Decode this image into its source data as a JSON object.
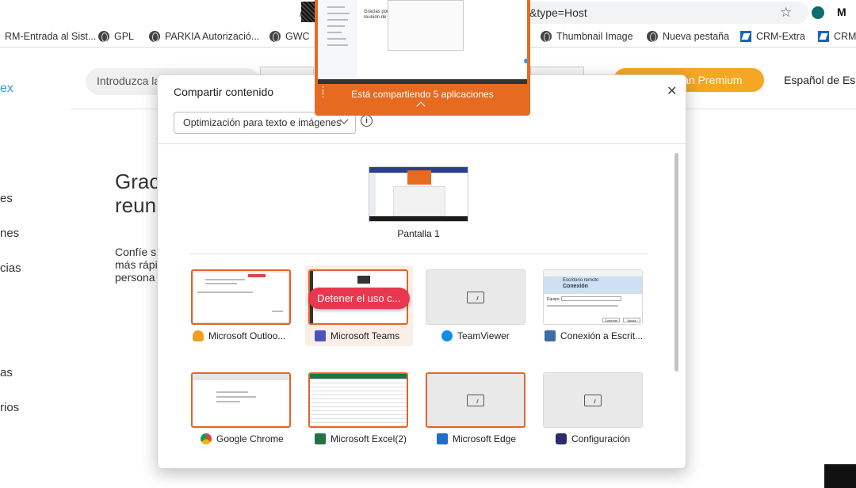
{
  "browser": {
    "url_fragment": "&type=Host",
    "url_prefix": "/d",
    "bookmarks": [
      {
        "label": "RM-Entrada al Sist...",
        "icon": "crm-icon"
      },
      {
        "label": "GPL",
        "icon": "globe-icon"
      },
      {
        "label": "PARKIA Autorizació...",
        "icon": "globe-icon"
      },
      {
        "label": "GWC",
        "icon": "globe-icon"
      },
      {
        "label": "Thumbnail Image",
        "icon": "globe-icon"
      },
      {
        "label": "Nueva pestaña",
        "icon": "globe-icon"
      },
      {
        "label": "CRM-Extra",
        "icon": "crm-icon"
      },
      {
        "label": "CRM-",
        "icon": "crm-icon"
      }
    ]
  },
  "page": {
    "search_placeholder": "Introduzca la",
    "logo_fragment": "ex",
    "premium_label": "lan Premium",
    "language": "Español de Es",
    "title_line1": "Gracias por l",
    "title_line2": "reunión de C",
    "para_line1": "Confíe s",
    "para_line2": "más rápi",
    "para_line3": "persona",
    "side_items": [
      "es",
      "nes",
      "cias",
      "as",
      "rios"
    ]
  },
  "share_bar": {
    "status": "Está compartiendo 5 aplicaciones",
    "preview_title": "Gracias por l",
    "preview_subtitle": "reunión de C"
  },
  "dialog": {
    "title": "Compartir contenido",
    "optimization_value": "Optimización para texto e imágenes",
    "screen_label": "Pantalla 1",
    "stop_label": "Detener el uso c...",
    "apps": [
      {
        "label": "Microsoft Outloo...",
        "icon": "outlook-bell-icon",
        "color": "#f0a020",
        "selected": true
      },
      {
        "label": "Microsoft Teams",
        "icon": "teams-icon",
        "color": "#4b53bc",
        "selected": true
      },
      {
        "label": "TeamViewer",
        "icon": "teamviewer-icon",
        "color": "#0e8ee9",
        "selected": false
      },
      {
        "label": "Conexión a Escrit...",
        "icon": "remote-desktop-icon",
        "color": "#3a6ea5",
        "selected": false
      },
      {
        "label": "Google Chrome",
        "icon": "chrome-icon",
        "color": "#db4437",
        "selected": true
      },
      {
        "label": "Microsoft Excel(2)",
        "icon": "excel-icon",
        "color": "#217346",
        "selected": true
      },
      {
        "label": "Microsoft Edge",
        "icon": "edge-icon",
        "color": "#1f6fc6",
        "selected": true
      },
      {
        "label": "Configuración",
        "icon": "settings-gear-icon",
        "color": "#2b2b70",
        "selected": false
      }
    ],
    "remote_desktop_thumb": {
      "heading_line1": "Escritorio remoto",
      "heading_line2": "Conexión",
      "field_label": "Equipo:",
      "button1": "Conectar",
      "button2": "Ayuda"
    }
  },
  "colors": {
    "accent_orange": "#e66a1f",
    "stop_red": "#e8384f",
    "premium": "#f5a623"
  }
}
